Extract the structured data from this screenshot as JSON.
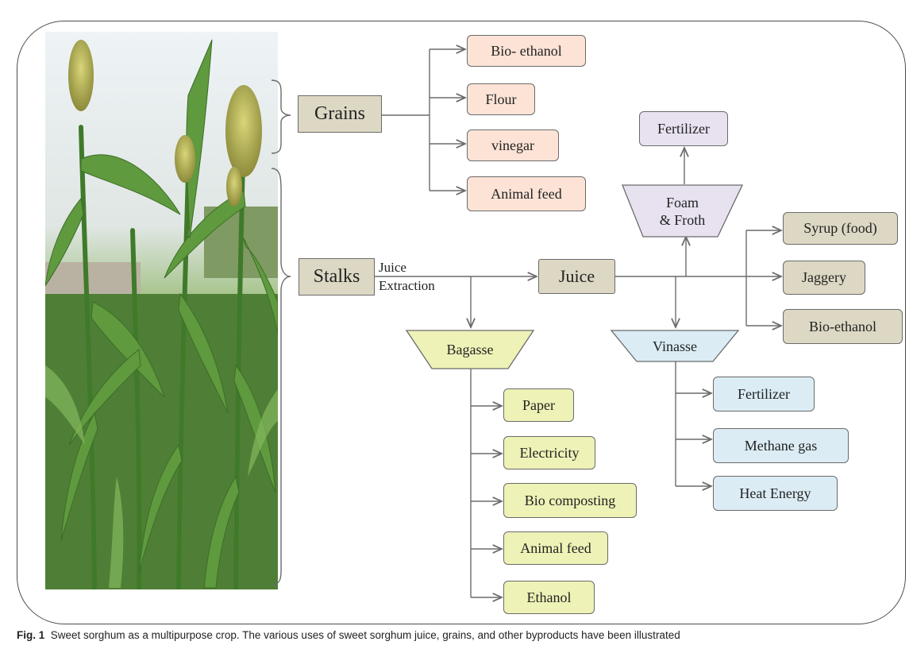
{
  "diagram": {
    "sources": {
      "grains": "Grains",
      "stalks": "Stalks"
    },
    "grain_products": [
      "Bio- ethanol",
      "Flour",
      "vinegar",
      "Animal feed"
    ],
    "process": {
      "juice_extraction_line1": "Juice",
      "juice_extraction_line2": "Extraction",
      "juice": "Juice",
      "bagasse": "Bagasse",
      "vinasse": "Vinasse",
      "foam_line1": "Foam",
      "foam_line2": "& Froth",
      "fertilizer_top": "Fertilizer"
    },
    "juice_products": [
      "Syrup (food)",
      "Jaggery",
      "Bio-ethanol"
    ],
    "bagasse_products": [
      "Paper",
      "Electricity",
      "Bio composting",
      "Animal feed",
      "Ethanol"
    ],
    "vinasse_products": [
      "Fertilizer",
      "Methane gas",
      "Heat Energy"
    ]
  },
  "caption": {
    "label": "Fig. 1",
    "text": "Sweet sorghum as a multipurpose crop. The various uses of sweet sorghum juice, grains, and other byproducts have been illustrated"
  },
  "colors": {
    "peach": "#fce3d6",
    "tan": "#ddd8c4",
    "green": "#eef2b6",
    "blue": "#dbecf4",
    "lavender": "#e8e1f0",
    "line": "#6b6b6b"
  }
}
